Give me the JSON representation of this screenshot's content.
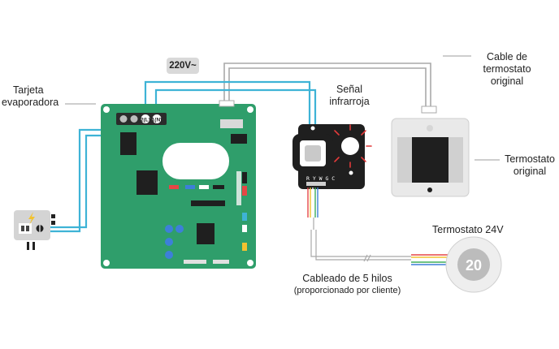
{
  "labels": {
    "tarjeta_line1": "Tarjeta",
    "tarjeta_line2": "evaporadora",
    "voltage": "220V~",
    "senal_line1": "Señal",
    "senal_line2": "infrarroja",
    "cable_line1": "Cable de",
    "cable_line2": "termostato",
    "cable_line3": "original",
    "termo_orig_line1": "Termostato",
    "termo_orig_line2": "original",
    "termo24": "Termostato 24V",
    "cableado": "Cableado de 5 hilos",
    "proporcionado": "(proporcionado por cliente)",
    "thermostat_value": "20",
    "terminal_2": "2(L)",
    "terminal_1": "1(N)",
    "pin_letters": "R Y W G C"
  },
  "colors": {
    "wire_blue": "#3eb3d6",
    "board_green": "#2f9e6b",
    "wire_gray": "#a9a9a9",
    "wire_red": "#e64646",
    "wire_yellow": "#f2c230",
    "wire_green": "#3dae5a",
    "wire_blue_thin": "#3d7fd9",
    "ir_red": "#e23a3a"
  },
  "icons": {
    "breaker": "lightning-bolt-icon",
    "ir": "infrared-signal-icon"
  }
}
